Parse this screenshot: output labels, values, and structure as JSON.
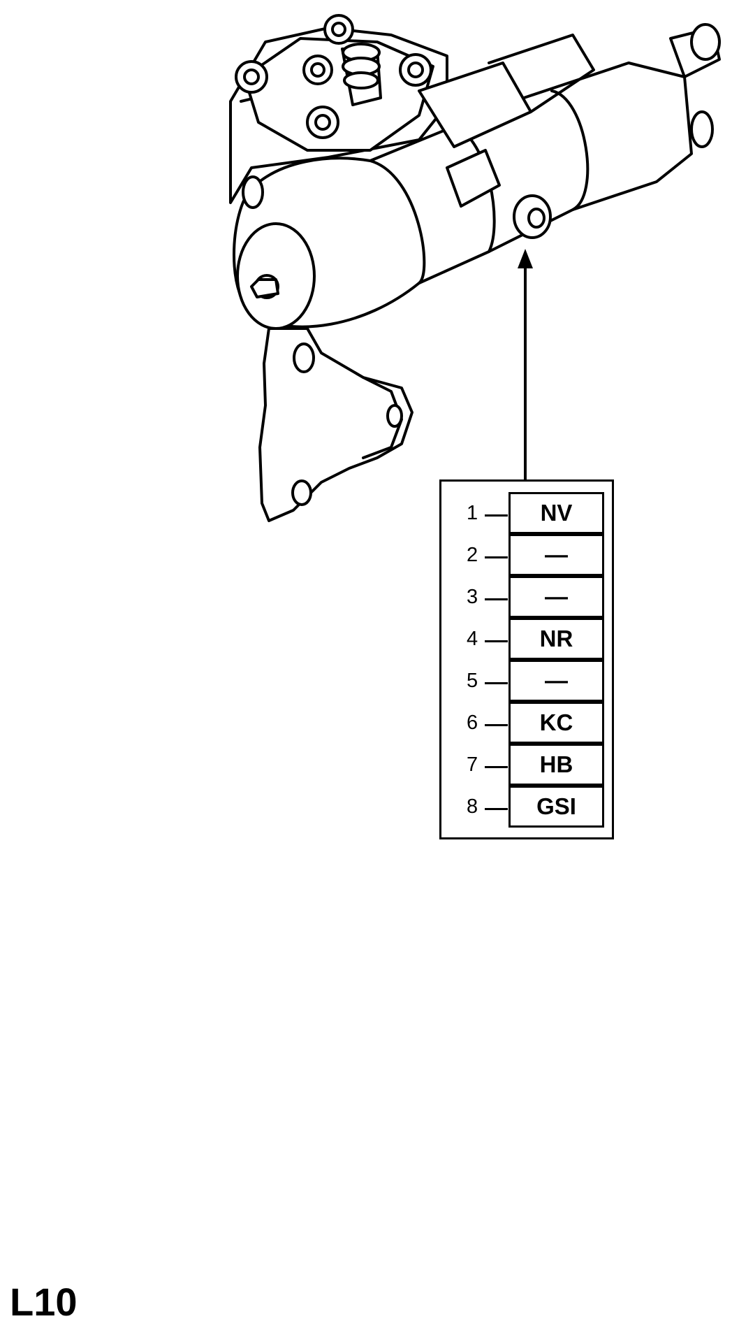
{
  "figure": {
    "subject": "steering-gear-illustration",
    "callout_arrow_target": "valve-port"
  },
  "code_table": {
    "rows": [
      {
        "number": "1",
        "code": "NV"
      },
      {
        "number": "2",
        "code": "—"
      },
      {
        "number": "3",
        "code": "—"
      },
      {
        "number": "4",
        "code": "NR"
      },
      {
        "number": "5",
        "code": "—"
      },
      {
        "number": "6",
        "code": "KC"
      },
      {
        "number": "7",
        "code": "HB"
      },
      {
        "number": "8",
        "code": "GSI"
      }
    ]
  },
  "footer": {
    "page_code": "L10"
  }
}
